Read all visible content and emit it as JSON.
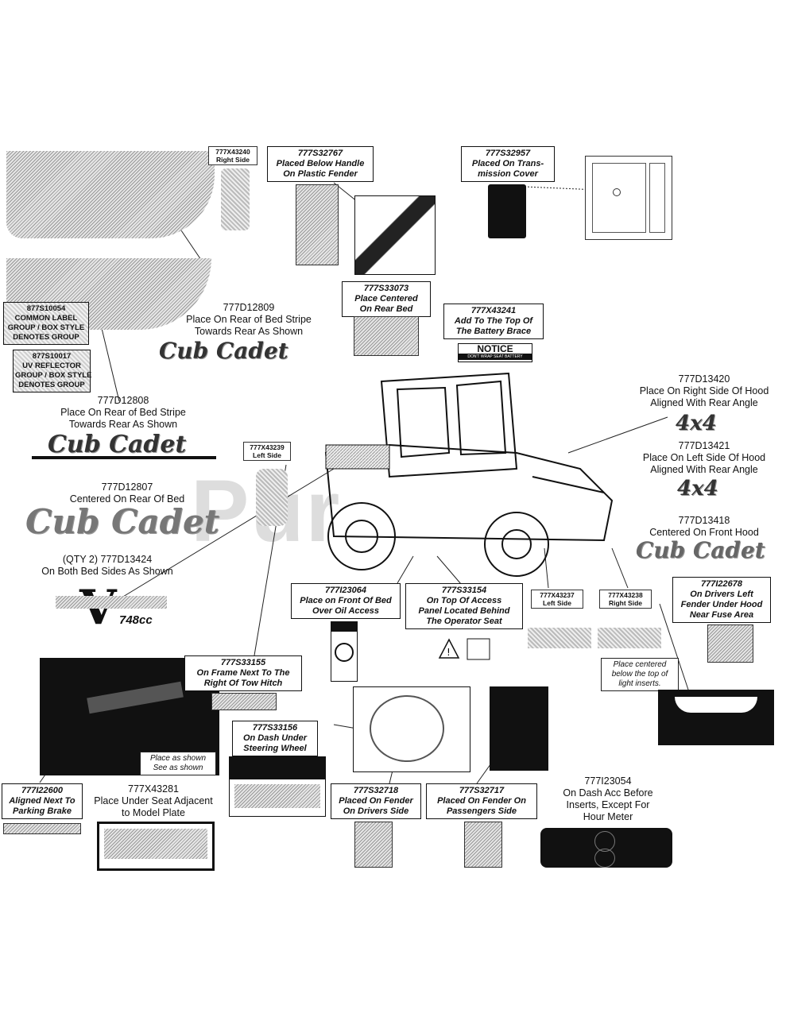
{
  "watermark": "Pur",
  "labels": {
    "d12809": {
      "part": "777D12809",
      "l1": "Place On Rear of Bed Stripe",
      "l2": "Towards Rear As Shown"
    },
    "d12808": {
      "part": "777D12808",
      "l1": "Place On Rear of Bed Stripe",
      "l2": "Towards Rear As Shown"
    },
    "d12807": {
      "part": "777D12807",
      "l1": "Centered On Rear Of Bed"
    },
    "d13424": {
      "part": "(QTY 2) 777D13424",
      "l1": "On Both Bed Sides As Shown"
    },
    "d13420": {
      "part": "777D13420",
      "l1": "Place On Right Side Of Hood",
      "l2": "Aligned With Rear Angle"
    },
    "d13421": {
      "part": "777D13421",
      "l1": "Place On Left Side Of Hood",
      "l2": "Aligned With Rear Angle"
    },
    "d13418": {
      "part": "777D13418",
      "l1": "Centered On Front Hood"
    },
    "x43281": {
      "part": "777X43281",
      "l1": "Place Under Seat Adjacent",
      "l2": "to Model Plate"
    },
    "i23054": {
      "part": "777I23054",
      "l1": "On Dash Acc Before",
      "l2": "Inserts, Except For",
      "l3": "Hour Meter"
    }
  },
  "boxes": {
    "s32767": {
      "part": "777S32767",
      "l1": "Placed Below Handle",
      "l2": "On Plastic Fender"
    },
    "s32957": {
      "part": "777S32957",
      "l1": "Placed On Trans-",
      "l2": "mission Cover"
    },
    "s33073": {
      "part": "777S33073",
      "l1": "Place Centered",
      "l2": "On Rear Bed"
    },
    "x43241": {
      "part": "777X43241",
      "l1": "Add To The Top Of",
      "l2": "The Battery Brace"
    },
    "i23064": {
      "part": "777I23064",
      "l1": "Place on Front Of Bed",
      "l2": "Over Oil Access"
    },
    "s33154": {
      "part": "777S33154",
      "l1": "On Top Of Access",
      "l2": "Panel Located Behind",
      "l3": "The Operator Seat"
    },
    "i22678": {
      "part": "777I22678",
      "l1": "On Drivers Left",
      "l2": "Fender Under Hood",
      "l3": "Near Fuse Area"
    },
    "s33155": {
      "part": "777S33155",
      "l1": "On Frame Next  To The",
      "l2": "Right Of Tow Hitch"
    },
    "s33156": {
      "part": "777S33156",
      "l1": "On Dash Under",
      "l2": "Steering Wheel"
    },
    "i22600": {
      "part": "777I22600",
      "l1": "Aligned Next To",
      "l2": "Parking Brake"
    },
    "s32718": {
      "part": "777S32718",
      "l1": "Placed On Fender",
      "l2": "On Drivers Side"
    },
    "s32717": {
      "part": "777S32717",
      "l1": "Placed On Fender On",
      "l2": "Passengers Side"
    }
  },
  "tags": {
    "rightTop": {
      "part": "777X43240",
      "side": "Right Side"
    },
    "leftSide": {
      "part": "777X43239",
      "side": "Left Side"
    },
    "x43237": {
      "part": "777X43237",
      "side": "Left Side"
    },
    "x43238": {
      "part": "777X43238",
      "side": "Right Side"
    }
  },
  "groups": {
    "g1": {
      "l1": "877S10054",
      "l2": "COMMON LABEL",
      "l3": "GROUP / BOX STYLE",
      "l4": "DENOTES GROUP"
    },
    "g2": {
      "l1": "877S10017",
      "l2": "UV REFLECTOR",
      "l3": "GROUP / BOX STYLE",
      "l4": "DENOTES GROUP"
    }
  },
  "notice": {
    "title": "NOTICE",
    "sub": "DON'T WRAP SEAT BATTERY"
  },
  "notes": {
    "centered": {
      "l1": "Place centered",
      "l2": "below the top of",
      "l3": "light inserts."
    },
    "wordmark": {
      "l1": "Place as shown",
      "l2": "See as shown"
    }
  },
  "logos": {
    "bed": "Cub Cadet",
    "hood": "Cub Cadet",
    "badge": "4x4"
  },
  "badge748": "748cc"
}
